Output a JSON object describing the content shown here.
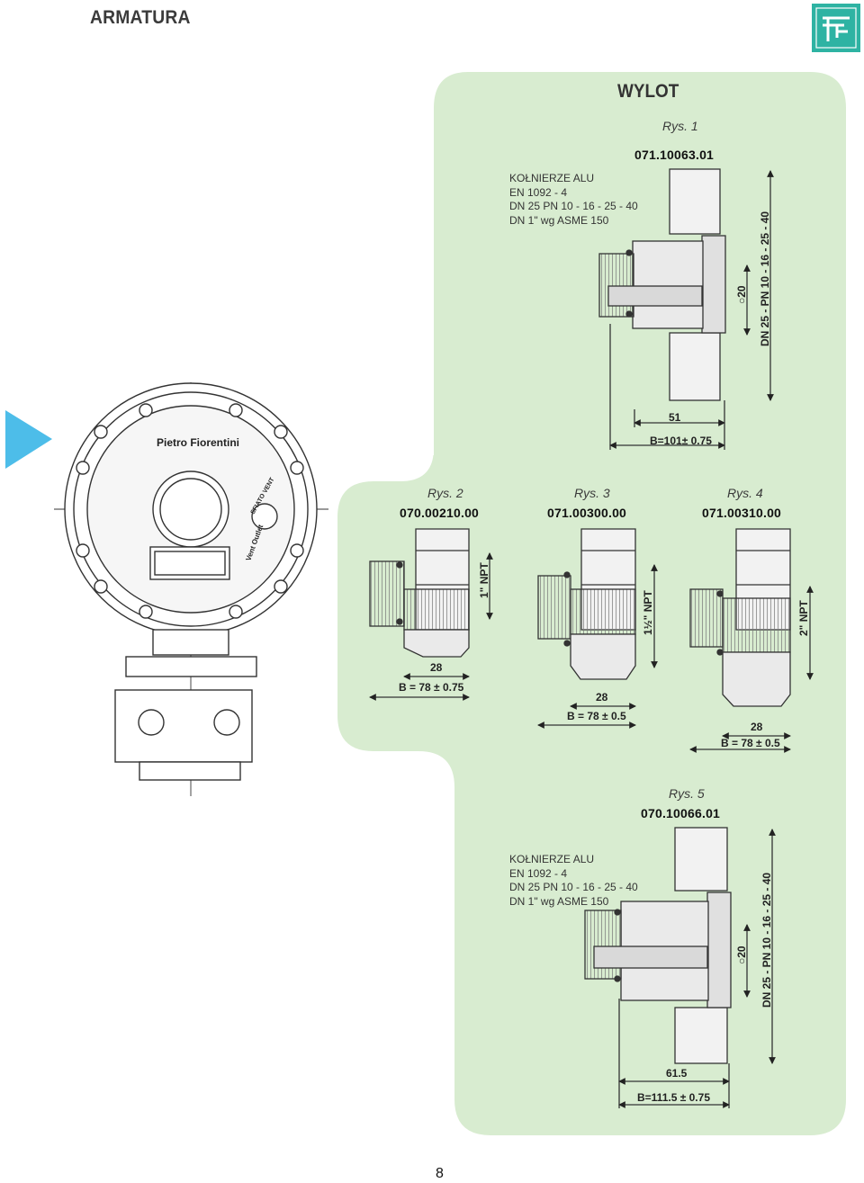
{
  "header": {
    "title": "ARMATURA"
  },
  "section": {
    "title": "WYLOT"
  },
  "notes_top": [
    "KOŁNIERZE ALU",
    "EN 1092 - 4",
    "DN 25 PN 10 - 16 - 25 - 40",
    "DN 1\" wg ASME 150"
  ],
  "notes_bottom": [
    "KOŁNIERZE ALU",
    "EN 1092 - 4",
    "DN 25 PN 10 - 16 - 25 - 40",
    "DN 1\" wg ASME 150"
  ],
  "figures": [
    {
      "label": "Rys. 1",
      "code": "071.10063.01",
      "dims": [
        "51",
        "B=101± 0.75",
        "○20",
        "DN 25 - PN 10 - 16 - 25 - 40"
      ]
    },
    {
      "label": "Rys. 2",
      "code": "070.00210.00",
      "dims": [
        "28",
        "B = 78 ± 0.75",
        "1\" NPT"
      ]
    },
    {
      "label": "Rys. 3",
      "code": "071.00300.00",
      "dims": [
        "28",
        "B = 78 ± 0.5",
        "1½\" NPT"
      ]
    },
    {
      "label": "Rys. 4",
      "code": "071.00310.00",
      "dims": [
        "28",
        "B = 78 ± 0.5",
        "2\" NPT"
      ]
    },
    {
      "label": "Rys. 5",
      "code": "070.10066.01",
      "dims": [
        "61.5",
        "B=111.5 ± 0.75",
        "○20",
        "DN 25 - PN 10 - 16 - 25 - 40"
      ]
    }
  ],
  "regulator": {
    "brand": "Pietro Fiorentini",
    "badge": "SFIATO VENT",
    "vent_label": "Vent Outlet"
  },
  "page": {
    "number": "8"
  },
  "colors": {
    "panel": "#d8ecd0",
    "arrow": "#4dbde9",
    "logo": "#2eb3a3"
  }
}
